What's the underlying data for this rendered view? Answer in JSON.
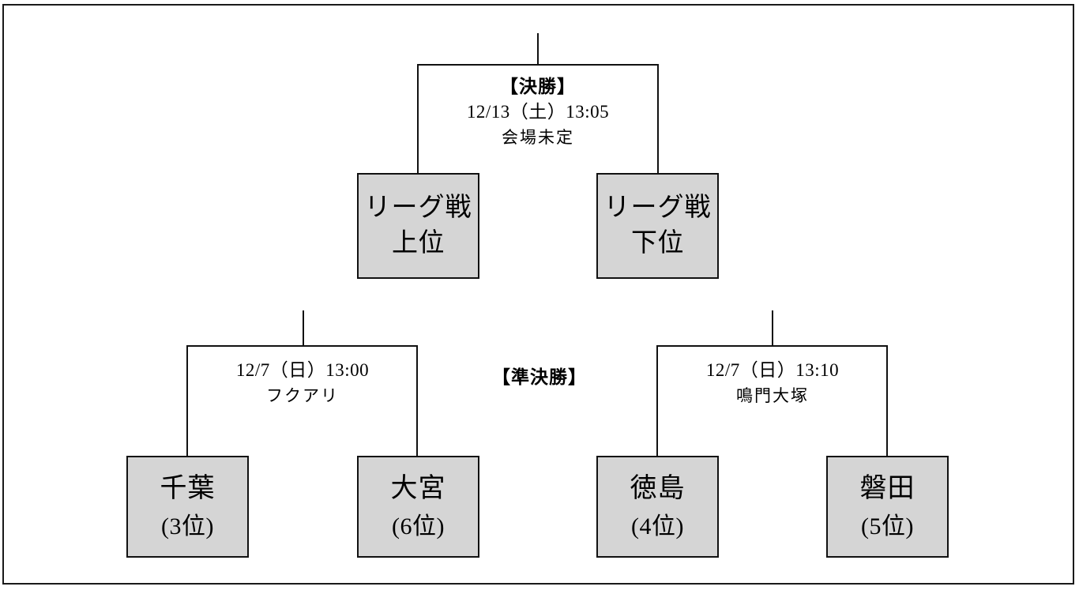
{
  "diagram": {
    "title_final_round": "【決勝】",
    "title_semifinal_round": "【準決勝】",
    "box_fill_color": "#d5d5d5",
    "line_color": "#111111",
    "border_color": "#1a1a1a"
  },
  "final": {
    "round_label": "【決勝】",
    "datetime": "12/13（土）13:05",
    "venue": "会場未定",
    "slots": [
      {
        "line1": "リーグ戦",
        "line2": "上位"
      },
      {
        "line1": "リーグ戦",
        "line2": "下位"
      }
    ]
  },
  "semifinals": {
    "round_label": "【準決勝】",
    "matches": [
      {
        "datetime": "12/7（日）13:00",
        "venue": "フクアリ",
        "teams": [
          {
            "name": "千葉",
            "rank": "(3位)"
          },
          {
            "name": "大宮",
            "rank": "(6位)"
          }
        ]
      },
      {
        "datetime": "12/7（日）13:10",
        "venue": "鳴門大塚",
        "teams": [
          {
            "name": "徳島",
            "rank": "(4位)"
          },
          {
            "name": "磐田",
            "rank": "(5位)"
          }
        ]
      }
    ]
  }
}
